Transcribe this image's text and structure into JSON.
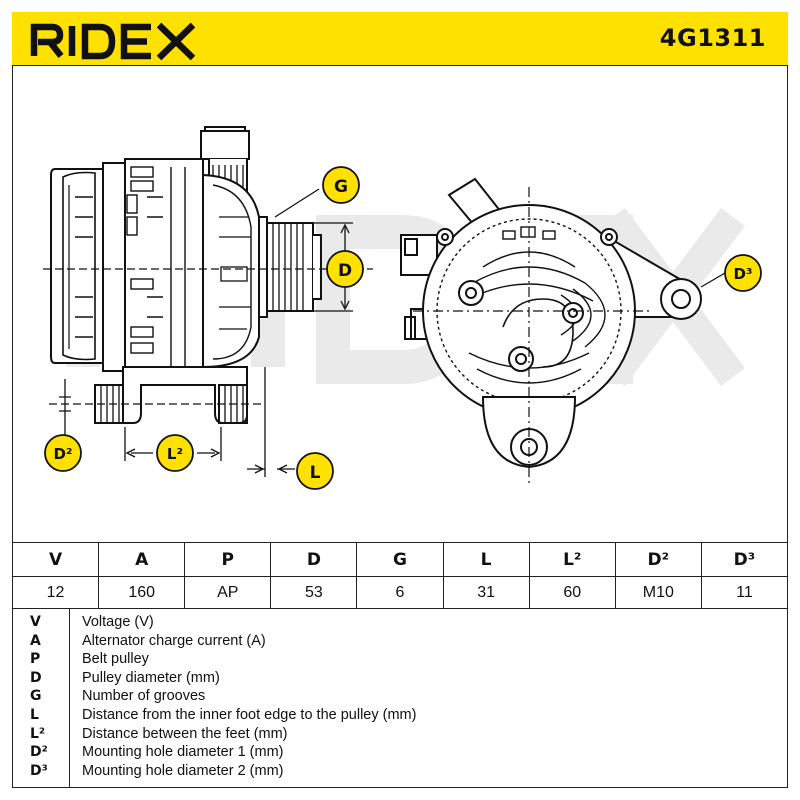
{
  "header": {
    "brand": "RIDEX",
    "part_number": "4G1311",
    "brand_color": "#ffe100"
  },
  "drawing": {
    "labels": {
      "g": "G",
      "d": "D",
      "d3": "D³",
      "d2": "D²",
      "l2": "L²",
      "l": "L"
    }
  },
  "specs": {
    "headers": [
      "V",
      "A",
      "P",
      "D",
      "G",
      "L",
      "L²",
      "D²",
      "D³"
    ],
    "values": [
      "12",
      "160",
      "AP",
      "53",
      "6",
      "31",
      "60",
      "M10",
      "11"
    ]
  },
  "legend": [
    {
      "key": "V",
      "desc": "Voltage (V)"
    },
    {
      "key": "A",
      "desc": "Alternator charge current (A)"
    },
    {
      "key": "P",
      "desc": "Belt pulley"
    },
    {
      "key": "D",
      "desc": "Pulley diameter (mm)"
    },
    {
      "key": "G",
      "desc": "Number of grooves"
    },
    {
      "key": "L",
      "desc": "Distance from the inner foot edge to the pulley (mm)"
    },
    {
      "key": "L²",
      "desc": "Distance between the feet (mm)"
    },
    {
      "key": "D²",
      "desc": "Mounting hole diameter 1 (mm)"
    },
    {
      "key": "D³",
      "desc": "Mounting hole diameter 2 (mm)"
    }
  ]
}
